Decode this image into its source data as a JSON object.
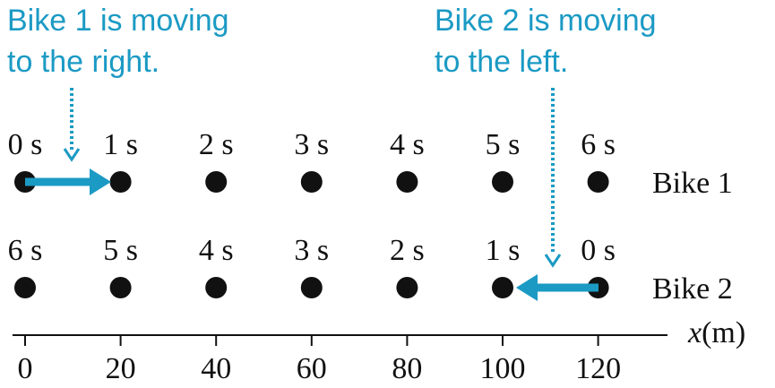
{
  "callouts": {
    "bike1": {
      "line1": "Bike 1 is moving",
      "line2": "to the right."
    },
    "bike2": {
      "line1": "Bike 2 is moving",
      "line2": "to the left."
    }
  },
  "rows": {
    "bike1": {
      "label": "Bike 1",
      "times": [
        "0 s",
        "1 s",
        "2 s",
        "3 s",
        "4 s",
        "5 s",
        "6 s"
      ]
    },
    "bike2": {
      "label": "Bike 2",
      "times": [
        "6 s",
        "5 s",
        "4 s",
        "3 s",
        "2 s",
        "1 s",
        "0 s"
      ]
    }
  },
  "axis": {
    "label_var": "x",
    "label_unit": "(m)",
    "ticks": [
      "0",
      "20",
      "40",
      "60",
      "80",
      "100",
      "120"
    ]
  },
  "positions_m": {
    "bike1": [
      0,
      20,
      40,
      60,
      80,
      100,
      120
    ],
    "bike2": [
      0,
      20,
      40,
      60,
      80,
      100,
      120
    ]
  },
  "colors": {
    "accent": "#1b9ac4",
    "dot": "#111111"
  }
}
